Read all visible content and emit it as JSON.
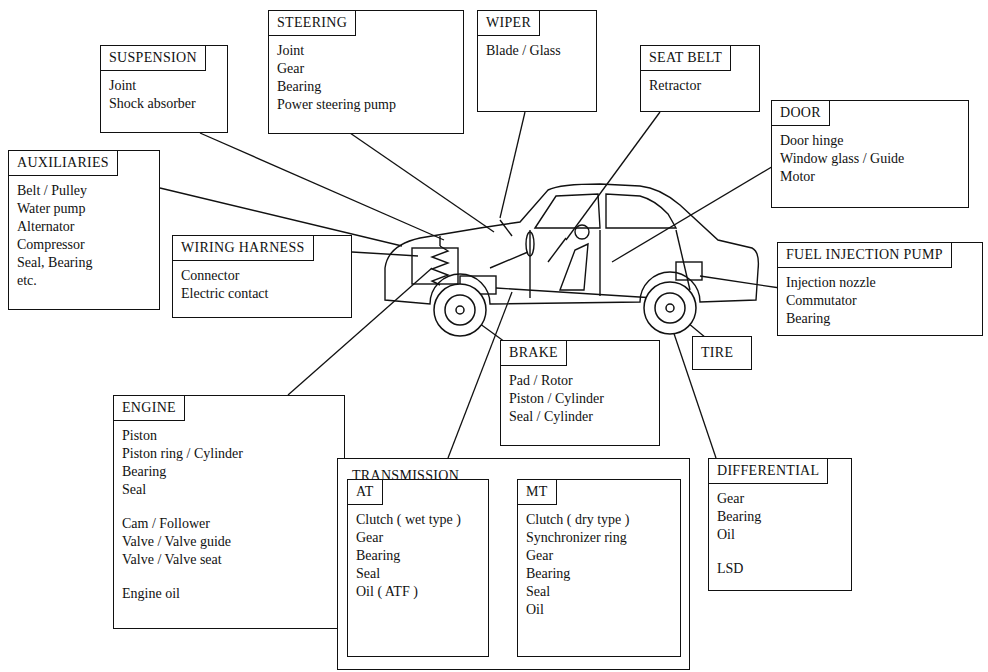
{
  "diagram": {
    "nodes": [
      {
        "text": [
          "SUSPENSION",
          "Joint",
          "Shock absorber"
        ]
      },
      {
        "text": [
          "STEERING",
          "Joint",
          "Gear",
          "Bearing",
          "Power steering pump"
        ]
      },
      {
        "text": [
          "WIPER",
          "Blade / Glass"
        ]
      },
      {
        "text": [
          "SEAT BELT",
          "Retractor"
        ]
      },
      {
        "text": [
          "DOOR",
          "Door hinge",
          "Window glass / Guide",
          "Motor"
        ]
      },
      {
        "text": [
          "AUXILIARIES",
          "Belt / Pulley",
          "Water pump",
          "Alternator",
          "Compressor",
          "Seal, Bearing",
          "etc."
        ]
      },
      {
        "text": [
          "WIRING HARNESS",
          "Connector",
          "Electric contact"
        ]
      },
      {
        "text": [
          "FUEL INJECTION PUMP",
          "Injection nozzle",
          "Commutator",
          "Bearing"
        ]
      },
      {
        "text": [
          "TIRE"
        ]
      },
      {
        "text": [
          "BRAKE",
          "Pad / Rotor",
          "Piston / Cylinder",
          "Seal / Cylinder"
        ]
      },
      {
        "text": [
          "ENGINE",
          "Piston",
          "Piston ring / Cylinder",
          "Bearing",
          "Seal",
          "Cam / Follower",
          "Valve / Valve guide",
          "Valve / Valve seat",
          "Engine oil"
        ]
      },
      {
        "text": [
          "TRANSMISSION"
        ]
      },
      {
        "text": [
          "AT",
          "Clutch ( wet type )",
          "Gear",
          "Bearing",
          "Seal",
          "Oil ( ATF )"
        ],
        "in": 11
      },
      {
        "text": [
          "MT",
          "Clutch ( dry type )",
          "Synchronizer ring",
          "Gear",
          "Bearing",
          "Seal",
          "Oil"
        ],
        "in": 11
      },
      {
        "text": [
          "DIFFERENTIAL",
          "Gear",
          "Bearing",
          "Oil",
          "LSD"
        ]
      }
    ]
  }
}
